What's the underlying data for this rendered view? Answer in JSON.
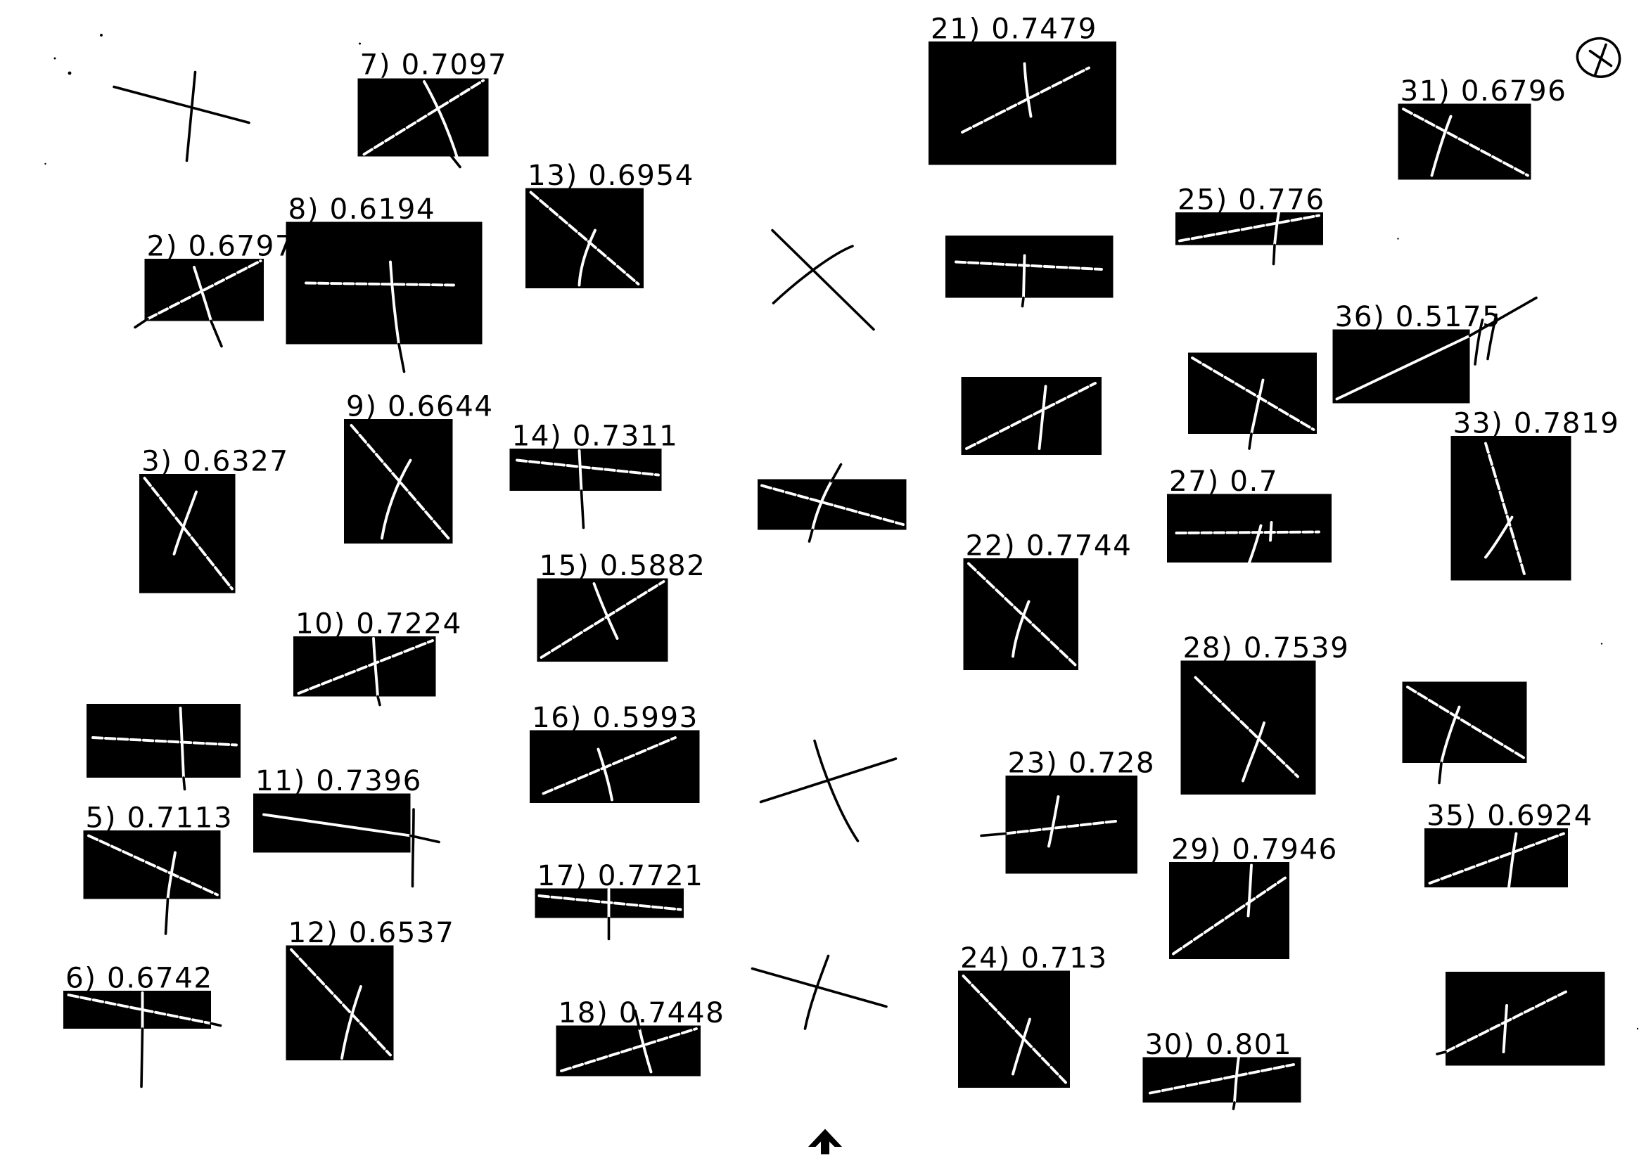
{
  "palette": {
    "background": "#ffffff",
    "box": "#000000",
    "stroke_on_box": "#ffffff",
    "ink": "#000000"
  },
  "labels": [
    "7) 0.7097",
    "2) 0.6797",
    "8) 0.6194",
    "13) 0.6954",
    "3) 0.6327",
    "9) 0.6644",
    "14) 0.7311",
    "15) 0.5882",
    "10) 0.7224",
    "16) 0.5993",
    "11) 0.7396",
    "5) 0.7113",
    "17) 0.7721",
    "12) 0.6537",
    "6) 0.6742",
    "18) 0.7448",
    "21) 0.7479",
    "25) 0.776",
    "31) 0.6796",
    "36) 0.5175",
    "33) 0.7819",
    "27) 0.7",
    "22) 0.7744",
    "28) 0.7539",
    "23) 0.728",
    "35) 0.6924",
    "29) 0.7946",
    "24) 0.713",
    "30) 0.801"
  ],
  "corner_mark": "circled-x-mark",
  "bottom_icon": "upward-arrow-icon"
}
